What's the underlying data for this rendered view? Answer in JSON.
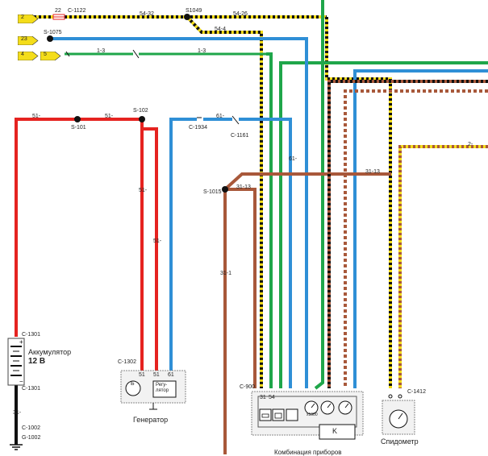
{
  "tags": {
    "t1": "2",
    "t2": "23",
    "t3": "4",
    "t4": "5"
  },
  "labels": {
    "fuse": "22",
    "c1122": "C-1122",
    "w5432": "54-32",
    "s1049": "S1049",
    "w5426": "54-26",
    "w544": "54-4",
    "s1075": "S-1075",
    "w13a": "1-3",
    "w13b": "1-3",
    "w51a": "51-",
    "s101": "S-101",
    "w51b": "51-",
    "s102": "S-102",
    "c1934": "C-1934",
    "w61a": "61-",
    "c1161": "C-1161",
    "w61b": "61-",
    "w3113a": "31-13",
    "w2": "2-",
    "s1015": "S-1015",
    "w3113b": "31-13",
    "w51c": "51-",
    "w51d": "51-",
    "w311": "31-1",
    "c1301a": "C-1301",
    "battery_name": "Аккумулятор",
    "battery_voltage": "12 В",
    "c1301b": "C-1301",
    "w31": "31-",
    "c1002": "C-1002",
    "g1002": "G-1002",
    "c1302": "C-1302",
    "p51a": "51",
    "p51b": "51",
    "p61": "61",
    "gen_b": "Б",
    "gen_reg": "Регу-\nлятор",
    "generator": "Генератор",
    "c900": "C-900",
    "p31": "31",
    "p54": "54",
    "gauge_rpm": "x1000",
    "k": "K",
    "c1412": "C-1412",
    "speedometer": "Спидометр",
    "cluster_cut": "Комбинация приборов"
  },
  "colors": {
    "red": "#e52320",
    "blue": "#2f8fd6",
    "green": "#1fa64a",
    "brown": "#a8583a",
    "yellow": "#f4dd1a",
    "black": "#111111"
  },
  "icons": [
    "battery-icon",
    "generator-icon",
    "tachometer-icon",
    "fuel-gauge-icon",
    "temp-gauge-icon",
    "speedometer-icon",
    "ground-icon",
    "oil-icon",
    "charge-icon"
  ]
}
